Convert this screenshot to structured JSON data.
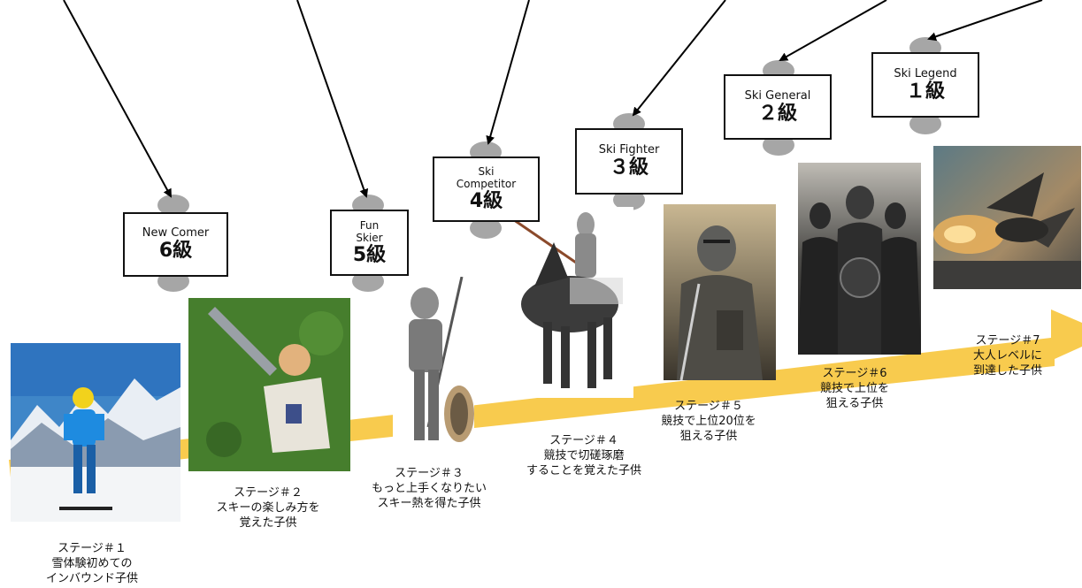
{
  "levels": [
    {
      "name": "New Comer",
      "rank": "6級"
    },
    {
      "name": "Fun\nSkier",
      "rank": "5級"
    },
    {
      "name": "Ski\nCompetitor",
      "rank": "4級"
    },
    {
      "name": "Ski Fighter",
      "rank": "３級"
    },
    {
      "name": "Ski General",
      "rank": "２級"
    },
    {
      "name": "Ski Legend",
      "rank": "１級"
    }
  ],
  "stages": [
    {
      "title": "ステージ＃１",
      "line1": "雪体験初めての",
      "line2": "インバウンド子供"
    },
    {
      "title": "ステージ＃２",
      "line1": "スキーの楽しみ方を",
      "line2": "覚えた子供"
    },
    {
      "title": "ステージ＃３",
      "line1": "もっと上手くなりたい",
      "line2": "スキー熱を得た子供"
    },
    {
      "title": "ステージ＃４",
      "line1": "競技で切磋琢磨",
      "line2": "することを覚えた子供"
    },
    {
      "title": "ステージ＃５",
      "line1": "競技で上位20位を",
      "line2": "狙える子供"
    },
    {
      "title": "ステージ＃6",
      "line1": "競技で上位を",
      "line2": "狙える子供"
    },
    {
      "title": "ステージ＃7",
      "line1": "大人レベルに",
      "line2": "到達した子供"
    }
  ],
  "photos": [
    {
      "subject": "child skier in snowy mountains"
    },
    {
      "subject": "child with toy sword on grass"
    },
    {
      "subject": "knight in armor with sword and shield"
    },
    {
      "subject": "knight on horseback with lance"
    },
    {
      "subject": "armored knight close-up"
    },
    {
      "subject": "army of armored knights"
    },
    {
      "subject": "dragon flying over fire"
    }
  ],
  "colors": {
    "arrow": "#F8CB4E",
    "connector": "#A6A6A6",
    "line": "#000000"
  }
}
